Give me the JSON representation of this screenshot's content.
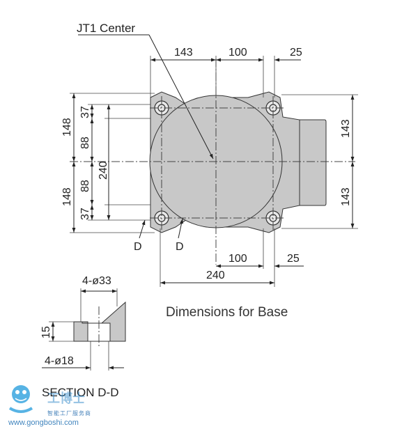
{
  "labels": {
    "jt1_center": "JT1 Center",
    "caption": "Dimensions for Base",
    "section": "SECTION D-D",
    "section_mark_left": "D",
    "section_mark_right": "D"
  },
  "dimensions": {
    "top_143": "143",
    "top_100": "100",
    "top_25": "25",
    "left_148_top": "148",
    "left_148_bottom": "148",
    "left_37_top": "37",
    "left_88_top": "88",
    "left_240": "240",
    "left_88_bottom": "88",
    "left_37_bottom": "37",
    "right_143_top": "143",
    "right_143_bottom": "143",
    "bottom_100": "100",
    "bottom_25": "25",
    "bottom_240": "240",
    "section_holes_large": "4-ø33",
    "section_height": "15",
    "section_holes_small": "4-ø18"
  },
  "watermark": {
    "brand": "工博士",
    "tagline": "智能工厂服务商",
    "url": "www.gongboshi.com"
  },
  "colors": {
    "part_fill": "#c8c8c8",
    "line": "#222222",
    "watermark_blue": "#1f6fb2"
  }
}
